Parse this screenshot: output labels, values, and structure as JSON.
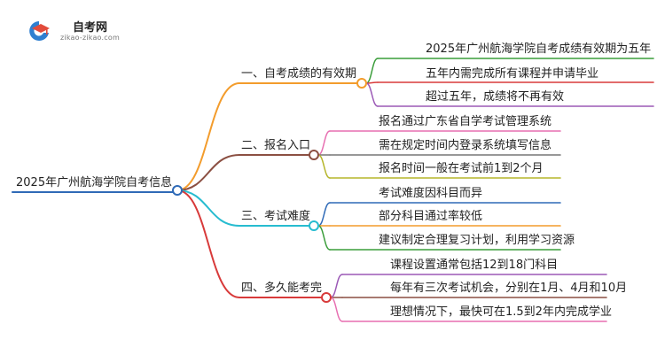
{
  "logo": {
    "title": "自考网",
    "subtitle": "zikao-zikao.com",
    "icon": "graduation-cap-icon"
  },
  "mindmap": {
    "root": "2025年广州航海学院自考信息",
    "branches": [
      {
        "label": "一、自考成绩的有效期",
        "color": "#f39c2c",
        "children": [
          {
            "label": "2025年广州航海学院自考成绩有效期为五年",
            "color": "#3a9d3a"
          },
          {
            "label": "五年内需完成所有课程并申请毕业",
            "color": "#d83a3a"
          },
          {
            "label": "超过五年，成绩将不再有效",
            "color": "#9b59b6"
          }
        ]
      },
      {
        "label": "二、报名入口",
        "color": "#8b4f42",
        "children": [
          {
            "label": "报名通过广东省自学考试管理系统",
            "color": "#e76fb1"
          },
          {
            "label": "需在规定时间内登录系统填写信息",
            "color": "#777777"
          },
          {
            "label": "报名时间一般在考试前1到2个月",
            "color": "#b5b52a"
          }
        ]
      },
      {
        "label": "三、考试难度",
        "color": "#27bcd0",
        "children": [
          {
            "label": "考试难度因科目而异",
            "color": "#2f6ab7"
          },
          {
            "label": "部分科目通过率较低",
            "color": "#f39c2c"
          },
          {
            "label": "建议制定合理复习计划，利用学习资源",
            "color": "#3a9d3a"
          }
        ]
      },
      {
        "label": "四、多久能考完",
        "color": "#d83a3a",
        "children": [
          {
            "label": "课程设置通常包括12到18门科目",
            "color": "#9b59b6"
          },
          {
            "label": "每年有三次考试机会，分别在1月、4月和10月",
            "color": "#8b4f42"
          },
          {
            "label": "理想情况下，最快可在1.5到2年内完成学业",
            "color": "#e76fb1"
          }
        ]
      }
    ]
  }
}
